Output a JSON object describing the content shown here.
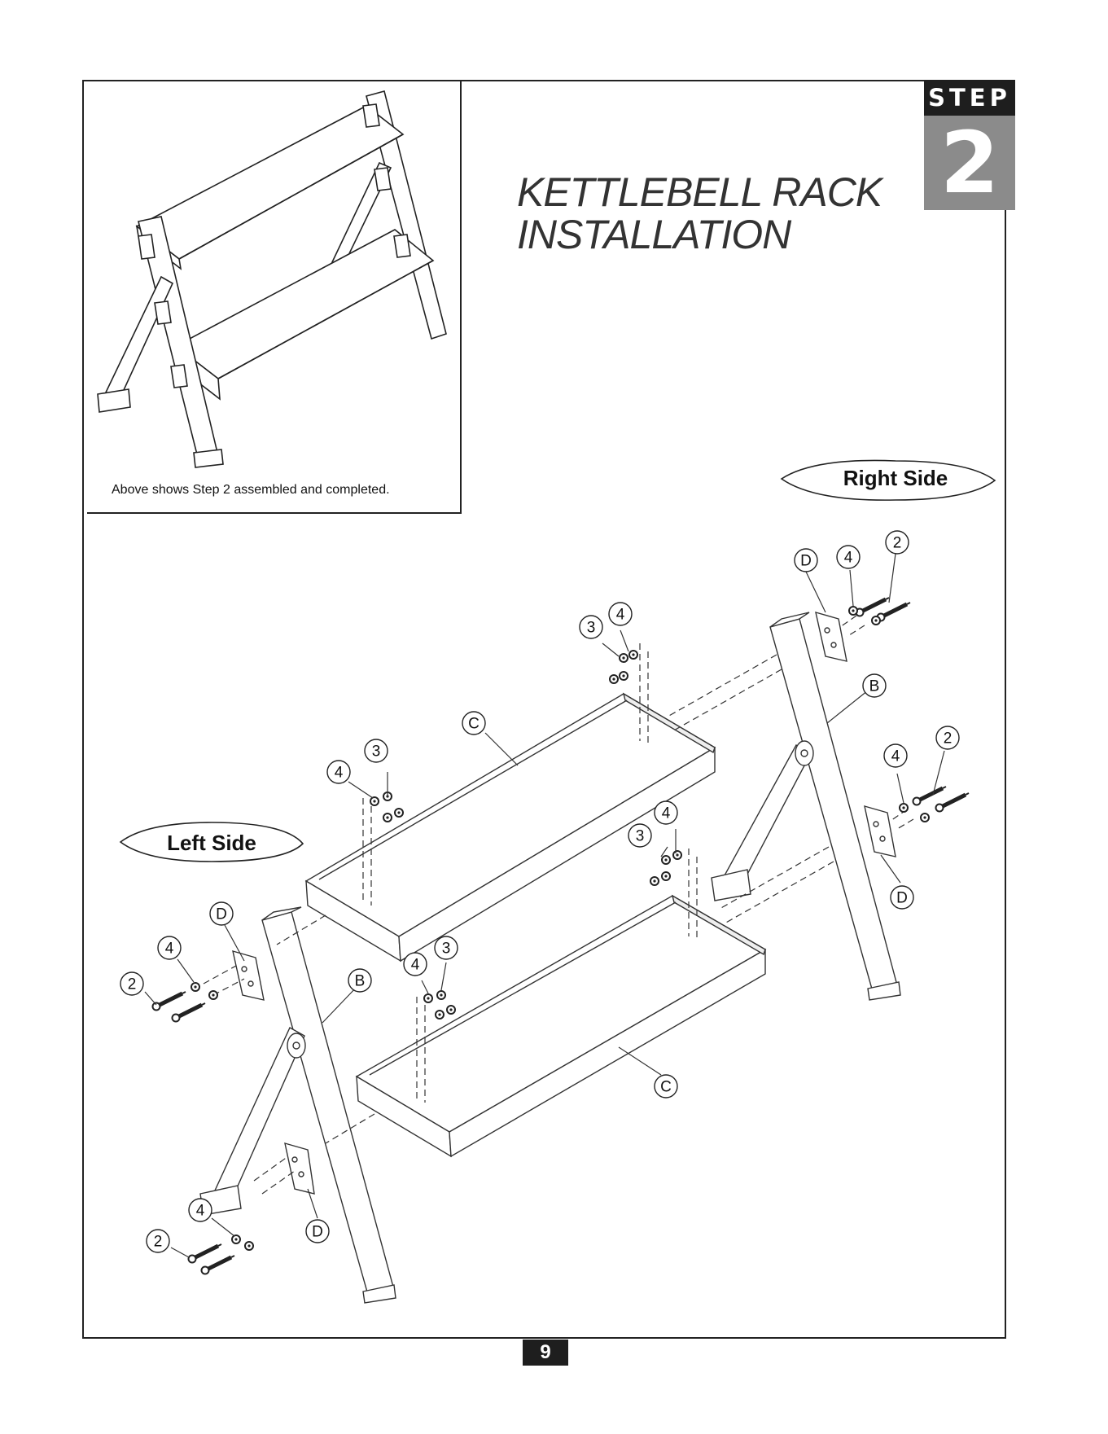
{
  "title": {
    "line1": "KETTLEBELL RACK",
    "line2": "INSTALLATION"
  },
  "step": {
    "word": "STEP",
    "number": "2"
  },
  "inset": {
    "caption": "Above shows Step 2 assembled and completed."
  },
  "labels": {
    "right_side": "Right Side",
    "left_side": "Left Side"
  },
  "callouts": {
    "hardware_2": "2",
    "hardware_3": "3",
    "hardware_4": "4",
    "part_b": "B",
    "part_c": "C",
    "part_d": "D"
  },
  "page_number": "9"
}
